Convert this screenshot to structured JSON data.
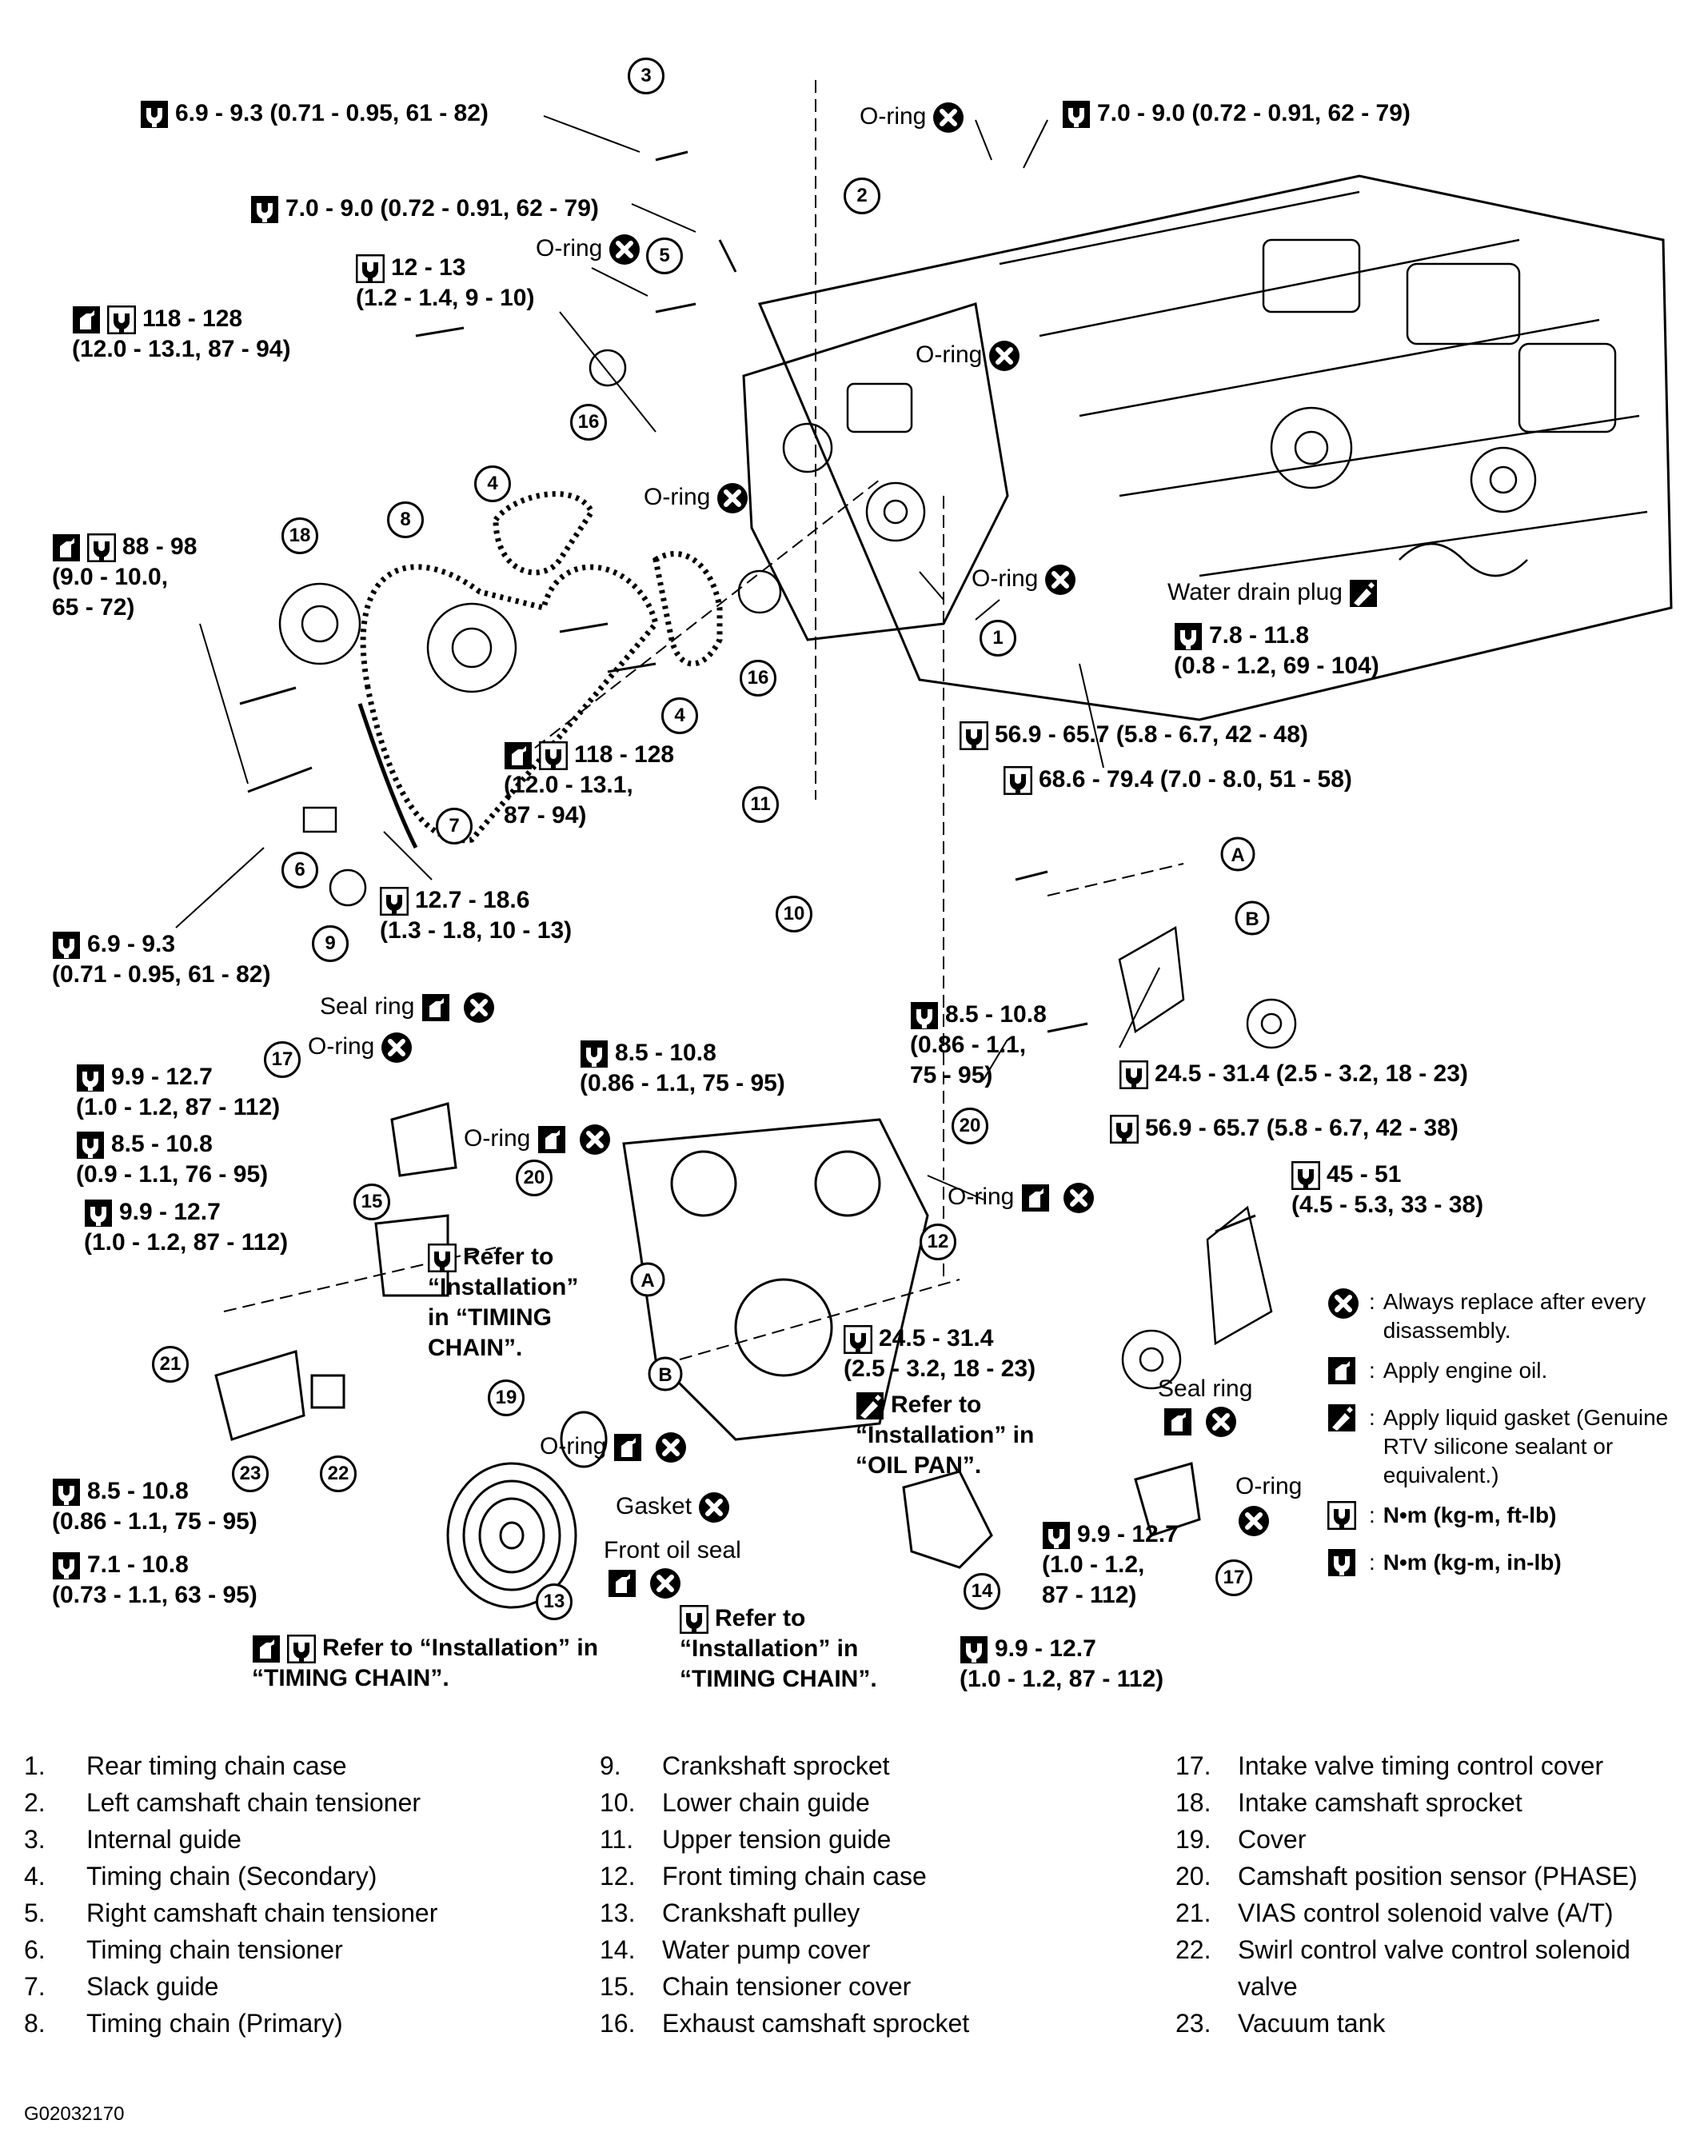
{
  "callouts": [
    {
      "id": "c1",
      "icons": "tq2",
      "text": "6.9 - 9.3 (0.71 - 0.95, 61 - 82)"
    },
    {
      "id": "c2",
      "icons": "tq2",
      "text": "7.0 - 9.0 (0.72 - 0.91, 62 - 79)"
    },
    {
      "id": "c3",
      "icons": "tq2",
      "text": "7.0 - 9.0 (0.72 - 0.91, 62 - 79)"
    },
    {
      "id": "c4",
      "icons": "tq1",
      "text": "12 - 13\n(1.2 - 1.4, 9 - 10)"
    },
    {
      "id": "c5",
      "icons": "oil+tq1",
      "text": "118 - 128\n(12.0 - 13.1, 87 - 94)"
    },
    {
      "id": "c6",
      "icons": "oil+tq1",
      "text": "88 - 98\n(9.0 - 10.0,\n65 - 72)"
    },
    {
      "id": "c7",
      "icons": "oil+tq1",
      "text": "118 - 128\n(12.0 - 13.1,\n87 - 94)"
    },
    {
      "id": "c8",
      "icons": "tq1",
      "text": "12.7 - 18.6\n(1.3 - 1.8, 10 - 13)"
    },
    {
      "id": "c9",
      "icons": "tq2",
      "text": "6.9 - 9.3\n(0.71 - 0.95, 61 - 82)"
    },
    {
      "id": "c10",
      "icons": "tq1",
      "text": "56.9 - 65.7 (5.8 - 6.7, 42 - 48)"
    },
    {
      "id": "c11",
      "icons": "tq1",
      "text": "68.6 - 79.4 (7.0 - 8.0, 51 - 58)"
    },
    {
      "id": "c12",
      "icons": "tq2",
      "text": "7.8 - 11.8\n(0.8 - 1.2, 69 - 104)"
    },
    {
      "id": "c13",
      "icons": "tq2",
      "text": "8.5 - 10.8\n(0.86 - 1.1,\n75 - 95)"
    },
    {
      "id": "c14",
      "icons": "tq2",
      "text": "8.5 - 10.8\n(0.86 - 1.1, 75 - 95)"
    },
    {
      "id": "c15",
      "icons": "tq1",
      "text": "24.5 - 31.4 (2.5 - 3.2, 18 - 23)"
    },
    {
      "id": "c16",
      "icons": "tq1",
      "text": "56.9 - 65.7 (5.8 - 6.7, 42 - 38)"
    },
    {
      "id": "c17",
      "icons": "tq1",
      "text": "45 - 51\n(4.5 - 5.3, 33 - 38)"
    },
    {
      "id": "c18",
      "icons": "tq2",
      "text": "9.9 - 12.7\n(1.0 - 1.2, 87 - 112)"
    },
    {
      "id": "c19",
      "icons": "tq2",
      "text": "8.5 - 10.8\n(0.9 - 1.1, 76 - 95)"
    },
    {
      "id": "c20",
      "icons": "tq2",
      "text": "9.9 - 12.7\n(1.0 - 1.2, 87 - 112)"
    },
    {
      "id": "c21",
      "icons": "tq1",
      "text": "Refer to\n“Installation”\nin “TIMING\nCHAIN”."
    },
    {
      "id": "c22",
      "icons": "tq1",
      "text": "24.5 - 31.4\n(2.5 - 3.2, 18 - 23)"
    },
    {
      "id": "c23",
      "icons": "gasket",
      "text": "Refer to\n“Installation” in\n“OIL PAN”."
    },
    {
      "id": "c24",
      "icons": "tq2",
      "text": "8.5 - 10.8\n(0.86 - 1.1, 75 - 95)"
    },
    {
      "id": "c25",
      "icons": "tq2",
      "text": "7.1 - 10.8\n(0.73 - 1.1, 63 - 95)"
    },
    {
      "id": "c26",
      "icons": "oil+tq1",
      "text": "Refer to “Installation” in\n“TIMING CHAIN”."
    },
    {
      "id": "c27",
      "icons": "tq1",
      "text": "Refer to\n“Installation” in\n“TIMING CHAIN”."
    },
    {
      "id": "c28",
      "icons": "tq2",
      "text": "9.9 - 12.7\n(1.0 - 1.2,\n87 - 112)"
    },
    {
      "id": "c29",
      "icons": "tq2",
      "text": "9.9 - 12.7\n(1.0 - 1.2, 87 - 112)"
    }
  ],
  "seals": {
    "oring": "O-ring",
    "seal_ring": "Seal ring",
    "gasket": "Gasket",
    "front_oil_seal": "Front oil seal",
    "water_drain_plug": "Water drain plug"
  },
  "letters": {
    "a": "A",
    "b": "B"
  },
  "legend": [
    {
      "icon": "replace",
      "text": "Always replace after every disassembly."
    },
    {
      "icon": "oil",
      "text": "Apply engine oil."
    },
    {
      "icon": "gasket",
      "text": "Apply liquid gasket (Genuine RTV silicone sealant or equivalent.)"
    },
    {
      "icon": "tq1",
      "text": "N•m (kg-m, ft-lb)"
    },
    {
      "icon": "tq2",
      "text": "N•m (kg-m, in-lb)"
    }
  ],
  "legend_sep": ":",
  "parts": [
    {
      "n": "1.",
      "t": "Rear timing chain case"
    },
    {
      "n": "2.",
      "t": "Left camshaft chain tensioner"
    },
    {
      "n": "3.",
      "t": "Internal guide"
    },
    {
      "n": "4.",
      "t": "Timing chain (Secondary)"
    },
    {
      "n": "5.",
      "t": "Right camshaft chain tensioner"
    },
    {
      "n": "6.",
      "t": "Timing chain tensioner"
    },
    {
      "n": "7.",
      "t": "Slack guide"
    },
    {
      "n": "8.",
      "t": "Timing chain (Primary)"
    },
    {
      "n": "9.",
      "t": "Crankshaft sprocket"
    },
    {
      "n": "10.",
      "t": "Lower chain guide"
    },
    {
      "n": "11.",
      "t": "Upper tension guide"
    },
    {
      "n": "12.",
      "t": "Front timing chain case"
    },
    {
      "n": "13.",
      "t": "Crankshaft pulley"
    },
    {
      "n": "14.",
      "t": "Water pump cover"
    },
    {
      "n": "15.",
      "t": "Chain tensioner cover"
    },
    {
      "n": "16.",
      "t": "Exhaust camshaft sprocket"
    },
    {
      "n": "17.",
      "t": "Intake valve timing control cover"
    },
    {
      "n": "18.",
      "t": "Intake camshaft sprocket"
    },
    {
      "n": "19.",
      "t": "Cover"
    },
    {
      "n": "20.",
      "t": "Camshaft position sensor (PHASE)"
    },
    {
      "n": "21.",
      "t": "VIAS control solenoid valve (A/T)"
    },
    {
      "n": "22.",
      "t": "Swirl control valve control solenoid valve"
    },
    {
      "n": "23.",
      "t": "Vacuum tank"
    }
  ],
  "figure_code": "G02032170"
}
